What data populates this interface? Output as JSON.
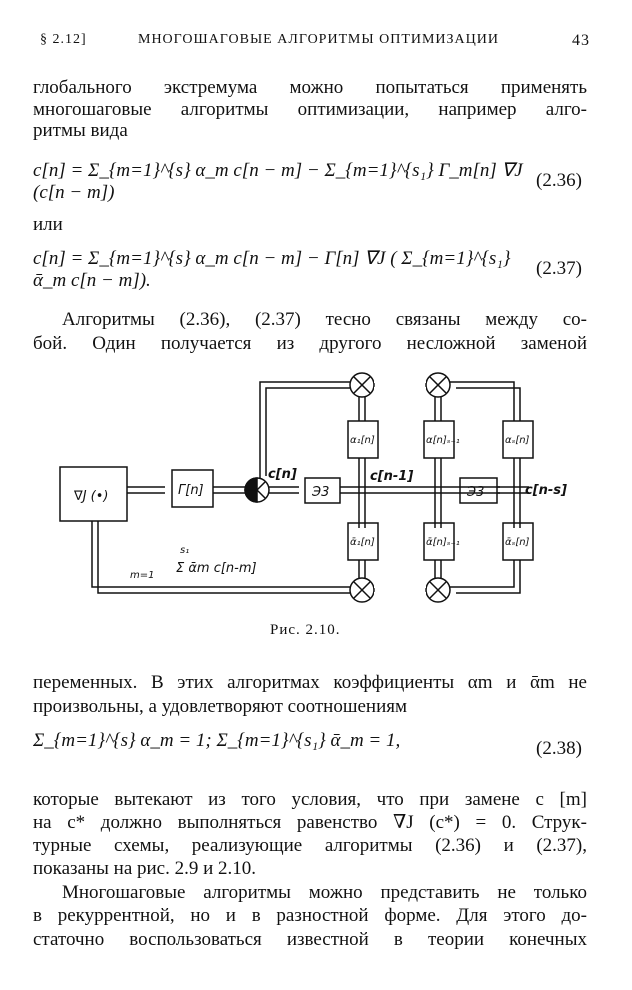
{
  "header": {
    "section": "§ 2.12]",
    "title": "МНОГОШАГОВЫЕ АЛГОРИТМЫ ОПТИМИЗАЦИИ",
    "page": "43"
  },
  "para1": [
    "глобального экстремума можно попытаться применять",
    "многошаговые алгоритмы оптимизации, например алго-",
    "ритмы вида"
  ],
  "eq236": {
    "text": "c[n] = Σ_{m=1}^{s} α_m c[n − m] − Σ_{m=1}^{s₁} Γ_m[n] ∇J (c[n − m])",
    "number": "(2.36)"
  },
  "or": "или",
  "eq237": {
    "text": "c[n] = Σ_{m=1}^{s} α_m c[n − m] − Γ[n] ∇J ( Σ_{m=1}^{s₁} ᾱ_m c[n − m]).",
    "number": "(2.37)"
  },
  "para2": [
    "Алгоритмы (2.36), (2.37) тесно связаны между со-",
    "бой. Один получается из другого несложной заменой"
  ],
  "figure": {
    "caption": "Рис. 2.10.",
    "labels": {
      "gradJ": "∇J (•)",
      "gamma": "Γ[n]",
      "cn": "c[n]",
      "cn1": "c[n-1]",
      "cns": "c[n-s]",
      "delay1": "Э3",
      "delay2": "Э3",
      "a1": "α₁[n]",
      "as1": "α[n]ₛ₋₁",
      "as": "αₛ[n]",
      "b1": "ᾱ₁[n]",
      "bs1": "ᾱ[n]ₛ₋₁",
      "bs": "ᾱₛ[n]",
      "sum": "Σ ᾱm c[n-m]",
      "sum_top": "s₁",
      "sum_bot": "m=1"
    }
  },
  "para3": [
    "переменных. В этих алгоритмах коэффициенты αm и ᾱm не",
    "произвольны, а удовлетворяют соотношениям"
  ],
  "eq238": {
    "text": "Σ_{m=1}^{s} α_m = 1;     Σ_{m=1}^{s₁} ᾱ_m = 1,",
    "number": "(2.38)"
  },
  "para4": [
    "которые вытекают из того условия, что при замене c [m]",
    "на c* должно выполняться равенство ∇J (c*) = 0. Струк-",
    "турные схемы, реализующие алгоритмы (2.36) и (2.37),",
    "показаны на рис. 2.9 и 2.10."
  ],
  "para5": [
    "Многошаговые алгоритмы можно представить не только",
    "в рекуррентной, но и в разностной форме. Для этого до-",
    "статочно воспользоваться известной в теории конечных"
  ]
}
